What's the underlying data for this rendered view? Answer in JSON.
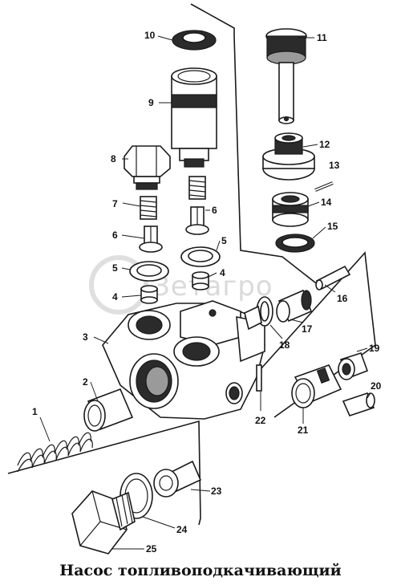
{
  "caption": "Насос топливоподкачивающий",
  "watermark": "Зетагро",
  "labels": {
    "p1": "1",
    "p2": "2",
    "p3": "3",
    "p4a": "4",
    "p4b": "4",
    "p5a": "5",
    "p5b": "5",
    "p6a": "6",
    "p6b": "6",
    "p7": "7",
    "p8": "8",
    "p9": "9",
    "p10": "10",
    "p11": "11",
    "p12": "12",
    "p13": "13",
    "p14": "14",
    "p15": "15",
    "p16": "16",
    "p17": "17",
    "p18": "18",
    "p19": "19",
    "p20": "20",
    "p21": "21",
    "p22": "22",
    "p23": "23",
    "p24": "24",
    "p25": "25"
  }
}
